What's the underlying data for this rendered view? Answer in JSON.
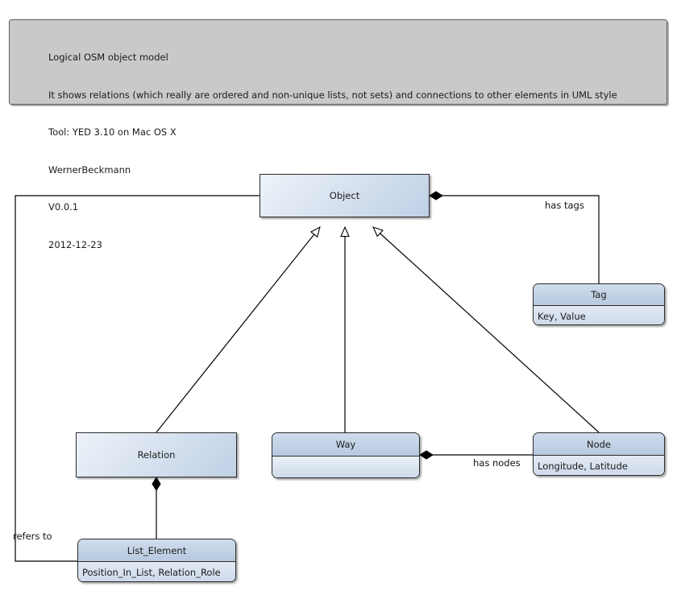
{
  "diagram": {
    "type": "uml-class-diagram",
    "title": "Logical OSM object model",
    "background": "#ffffff",
    "note": {
      "lines": [
        "Logical OSM object model",
        "It shows relations (which really are ordered and non-unique lists, not sets) and connections to other elements in UML style",
        "Tool: YED 3.10 on Mac OS X",
        "WernerBeckmann",
        "V0.0.1",
        "2012-12-23"
      ],
      "fill_color": "#c9c9c9",
      "border_color": "#5a5a5a"
    },
    "classes": [
      {
        "id": "object",
        "name": "Object",
        "attributes": "",
        "compartments": 1,
        "shape": "rectangle"
      },
      {
        "id": "tag",
        "name": "Tag",
        "attributes": "Key, Value",
        "compartments": 2,
        "shape": "rounded-rectangle"
      },
      {
        "id": "relation",
        "name": "Relation",
        "attributes": "",
        "compartments": 1,
        "shape": "rectangle"
      },
      {
        "id": "way",
        "name": "Way",
        "attributes": "",
        "compartments": 2,
        "shape": "rounded-rectangle"
      },
      {
        "id": "node",
        "name": "Node",
        "attributes": "Longitude, Latitude",
        "compartments": 2,
        "shape": "rounded-rectangle"
      },
      {
        "id": "list_element",
        "name": "List_Element",
        "attributes": "Position_In_List, Relation_Role",
        "compartments": 2,
        "shape": "rounded-rectangle"
      }
    ],
    "edges": [
      {
        "id": "object-has-tags",
        "from": "Object",
        "to": "Tag",
        "label": "has tags",
        "kind": "composition"
      },
      {
        "id": "way-has-nodes",
        "from": "Way",
        "to": "Node",
        "label": "has nodes",
        "kind": "composition"
      },
      {
        "id": "relation-refers-to",
        "from": "Relation",
        "to": "List_Element",
        "label": "",
        "kind": "composition"
      },
      {
        "id": "list-element-refers-to-object",
        "from": "List_Element",
        "to": "Object",
        "label": "refers to",
        "kind": "association"
      },
      {
        "id": "relation-generalization",
        "from": "Relation",
        "to": "Object",
        "label": "",
        "kind": "generalization"
      },
      {
        "id": "way-generalization",
        "from": "Way",
        "to": "Object",
        "label": "",
        "kind": "generalization"
      },
      {
        "id": "node-generalization",
        "from": "Node",
        "to": "Object",
        "label": "",
        "kind": "generalization"
      }
    ],
    "colors": {
      "class_header": "#b7c9e0",
      "class_body": "#ccd9ea",
      "border": "#2b2b2b",
      "note_fill": "#c9c9c9",
      "line": "#000000"
    }
  }
}
